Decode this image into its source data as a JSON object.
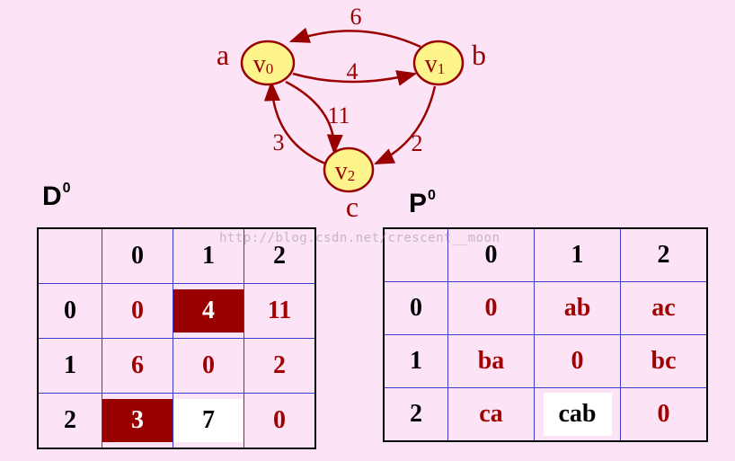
{
  "graph": {
    "nodes": [
      {
        "id": "v0",
        "base": "v",
        "sub": "0",
        "letter": "a"
      },
      {
        "id": "v1",
        "base": "v",
        "sub": "1",
        "letter": "b"
      },
      {
        "id": "v2",
        "base": "v",
        "sub": "2",
        "letter": "c"
      }
    ],
    "edges": [
      {
        "from": "v1",
        "to": "v0",
        "weight": "6"
      },
      {
        "from": "v0",
        "to": "v1",
        "weight": "4"
      },
      {
        "from": "v0",
        "to": "v2",
        "weight": "11"
      },
      {
        "from": "v2",
        "to": "v0",
        "weight": "3"
      },
      {
        "from": "v1",
        "to": "v2",
        "weight": "2"
      }
    ],
    "colors": {
      "node_fill": "#fef48c",
      "node_stroke": "#990000",
      "edge": "#990000",
      "text": "#990000"
    }
  },
  "d_matrix": {
    "title": "D",
    "superscript": "0",
    "col_headers": [
      "0",
      "1",
      "2"
    ],
    "row_headers": [
      "0",
      "1",
      "2"
    ],
    "cells": [
      [
        "0",
        "4",
        "11"
      ],
      [
        "6",
        "0",
        "2"
      ],
      [
        "3",
        "7",
        "0"
      ]
    ],
    "highlight_red": [
      [
        0,
        1
      ],
      [
        2,
        0
      ]
    ],
    "highlight_white": [
      [
        2,
        1
      ]
    ]
  },
  "p_matrix": {
    "title": "P",
    "superscript": "0",
    "col_headers": [
      "0",
      "1",
      "2"
    ],
    "row_headers": [
      "0",
      "1",
      "2"
    ],
    "cells": [
      [
        "0",
        "ab",
        "ac"
      ],
      [
        "ba",
        "0",
        "bc"
      ],
      [
        "ca",
        "cab",
        "0"
      ]
    ],
    "highlight_white": [
      [
        2,
        1
      ]
    ]
  },
  "watermark": "http://blog.csdn.net/crescent__moon"
}
